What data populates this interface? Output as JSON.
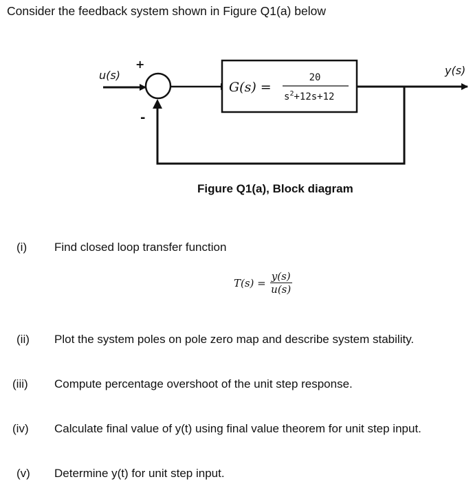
{
  "intro": "Consider the feedback system shown in Figure Q1(a) below",
  "diagram": {
    "input_label": "u(s)",
    "output_label": "y(s)",
    "plus_sign": "+",
    "minus_sign": "-",
    "block_lhs": "G(s) =",
    "block_num": "20",
    "block_den_s": "s",
    "block_den_exp": "2",
    "block_den_rest": "+12s+12"
  },
  "caption": "Figure Q1(a), Block diagram",
  "questions": [
    {
      "num": "(i)",
      "text": "Find closed loop transfer function"
    },
    {
      "num": "(ii)",
      "text": "Plot the system poles on pole zero map and describe system stability."
    },
    {
      "num": "(iii)",
      "text": "Compute percentage overshoot of the unit step response."
    },
    {
      "num": "(iv)",
      "text": "Calculate final value of y(t) using final value theorem for unit step input."
    },
    {
      "num": "(v)",
      "text": "Determine y(t) for unit step input."
    }
  ],
  "equation": {
    "lhs": "T(s) =",
    "num": "y(s)",
    "den": "u(s)"
  }
}
